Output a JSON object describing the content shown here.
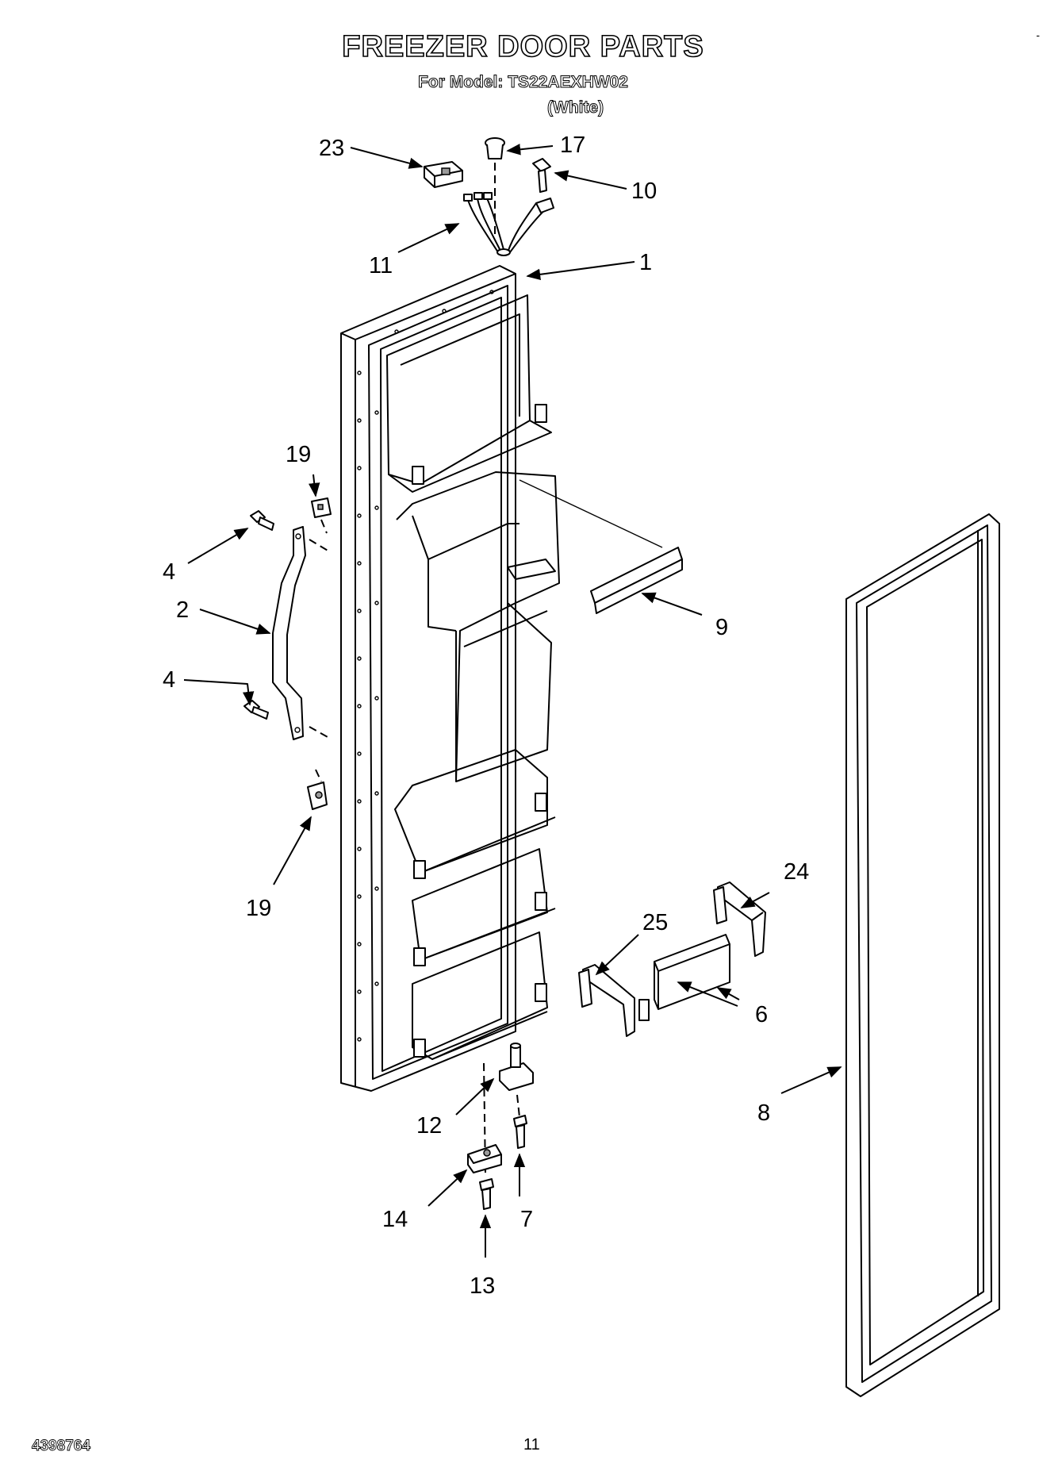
{
  "header": {
    "title": "FREEZER DOOR PARTS",
    "model_line": "For Model: TS22AEXHW02",
    "variant": "(White)"
  },
  "footer": {
    "document_number": "4398764",
    "page_number": "11"
  },
  "corner_mark": "-",
  "callouts": {
    "c1": "1",
    "c2": "2",
    "c4a": "4",
    "c4b": "4",
    "c6": "6",
    "c7": "7",
    "c8": "8",
    "c9": "9",
    "c10": "10",
    "c11": "11",
    "c12": "12",
    "c13": "13",
    "c14": "14",
    "c17": "17",
    "c19a": "19",
    "c19b": "19",
    "c23": "23",
    "c24": "24",
    "c25": "25"
  }
}
